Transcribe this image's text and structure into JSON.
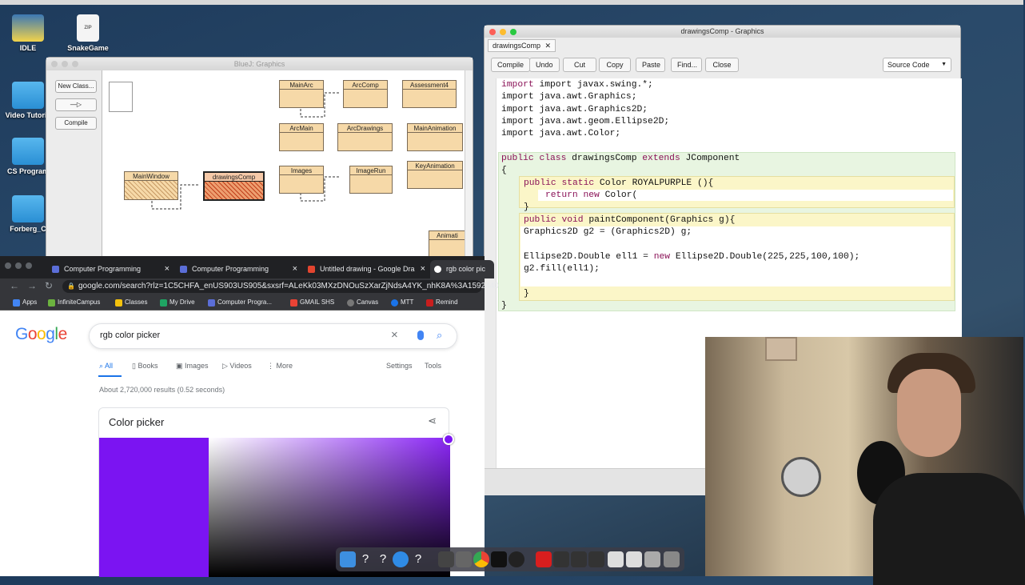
{
  "desktop": {
    "icons": [
      {
        "label": "IDLE"
      },
      {
        "label": "SnakeGame"
      },
      {
        "label": "Video Tutoria"
      },
      {
        "label": "CS Program"
      },
      {
        "label": "Forberg_C"
      }
    ],
    "zip_label": "ZIP"
  },
  "bluej": {
    "title": "BlueJ: Graphics",
    "buttons": {
      "new_class": "New Class...",
      "arrow": "—▷",
      "compile": "Compile"
    },
    "classes": {
      "main_window": "MainWindow",
      "drawings_comp": "drawingsComp",
      "main_arc": "MainArc",
      "arc_comp": "ArcComp",
      "assessment4": "Assessment4",
      "arc_main": "ArcMain",
      "arc_drawings": "ArcDrawings",
      "main_animation": "MainAnimation",
      "images": "Images",
      "image_run": "ImageRun",
      "key_animation": "KeyAnimation",
      "animati": "Animati"
    }
  },
  "editor": {
    "title": "drawingsComp - Graphics",
    "tab": "drawingsComp",
    "tab_close": "✕",
    "buttons": {
      "compile": "Compile",
      "undo": "Undo",
      "cut": "Cut",
      "copy": "Copy",
      "paste": "Paste",
      "find": "Find...",
      "close": "Close"
    },
    "view_select": "Source Code",
    "code": {
      "l1": "import javax.swing.*;",
      "l2": "import java.awt.Graphics;",
      "l3": "import java.awt.Graphics2D;",
      "l4": "import java.awt.geom.Ellipse2D;",
      "l5": "import java.awt.Color;",
      "l7a": "public class ",
      "l7b": "drawingsComp ",
      "l7c": "extends ",
      "l7d": "JComponent",
      "l8": "{",
      "l9a": "public static ",
      "l9b": "Color ROYALPURPLE (){",
      "l10a": "return new ",
      "l10b": "Color(",
      "l11": "}",
      "l12a": "public void ",
      "l12b": "paintComponent(Graphics g){",
      "l13": "Graphics2D g2 = (Graphics2D) g;",
      "l15a": "Ellipse2D.Double ell1 = ",
      "l15b": "new ",
      "l15c": "Ellipse2D.Double(225,225,100,100);",
      "l16": "g2.fill(ell1);",
      "l18": "}",
      "l19": "}"
    }
  },
  "chrome": {
    "tabs": [
      {
        "title": "Computer Programming"
      },
      {
        "title": "Computer Programming"
      },
      {
        "title": "Untitled drawing - Google Dra"
      },
      {
        "title": "rgb color pic"
      }
    ],
    "tab_close": "×",
    "url": "google.com/search?rlz=1C5CHFA_enUS903US905&sxsrf=ALeKk03MXzDNOuSzXarZjNdsA4YK_nhK8A%3A1592440",
    "bookmarks": [
      "Apps",
      "InfiniteCampus",
      "Classes",
      "My Drive",
      "Computer Progra...",
      "GMAIL SHS",
      "Canvas",
      "MTT",
      "Remind"
    ],
    "search": {
      "logo": "Google",
      "query": "rgb color picker",
      "tabs": [
        "All",
        "Books",
        "Images",
        "Videos",
        "More"
      ],
      "settings": "Settings",
      "tools": "Tools",
      "results": "About 2,720,000 results (0.52 seconds)",
      "card_title": "Color picker",
      "selected_color": "#7b14f2"
    }
  }
}
